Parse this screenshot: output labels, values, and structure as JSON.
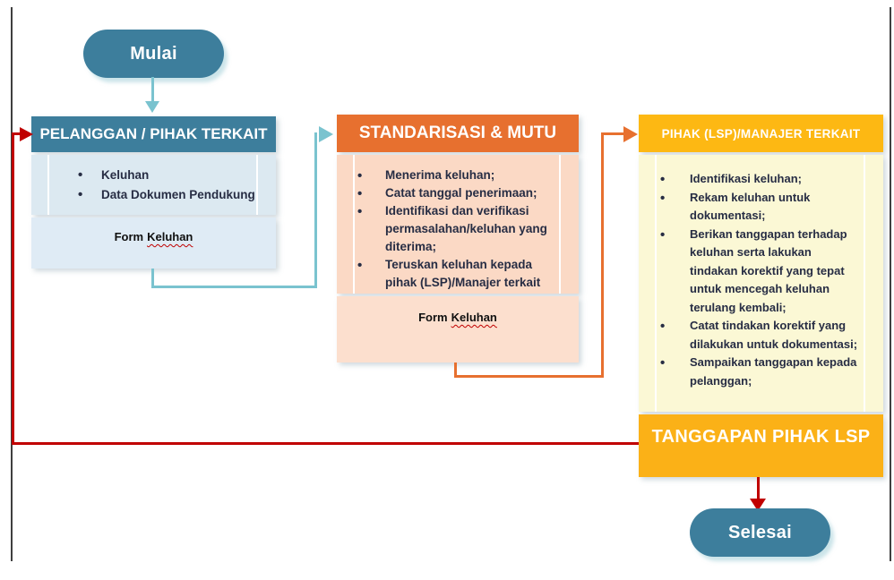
{
  "diagram": {
    "start_label": "Mulai",
    "end_label": "Selesai",
    "boxes": {
      "pelanggan": {
        "header": "PELANGGAN / PIHAK TERKAIT",
        "items": [
          "Keluhan",
          "Data Dokumen Pendukung"
        ],
        "form_label": {
          "prefix": "Form",
          "underlined": "Keluhan"
        }
      },
      "standarisasi": {
        "header": "STANDARISASI & MUTU",
        "items": [
          "Menerima keluhan;",
          "Catat tanggal penerimaan;",
          "Identifikasi dan verifikasi permasalahan/keluhan yang diterima;",
          "Teruskan keluhan kepada pihak (LSP)/Manajer terkait"
        ],
        "form_label": {
          "prefix": "Form",
          "underlined": "Keluhan"
        }
      },
      "pihak_lsp": {
        "header": "PIHAK (LSP)/MANAJER TERKAIT",
        "items": [
          "Identifikasi keluhan;",
          "Rekam keluhan untuk dokumentasi;",
          "Berikan tanggapan terhadap keluhan serta lakukan tindakan korektif yang tepat untuk mencegah keluhan terulang kembali;",
          "Catat tindakan korektif yang dilakukan untuk dokumentasi;",
          "Sampaikan tanggapan kepada pelanggan;"
        ],
        "footer": "TANGGAPAN PIHAK LSP"
      }
    },
    "colors": {
      "teal": "#3D7E9C",
      "teal_light": "#7AC3CF",
      "blue_body": "#DCE9F1",
      "blue_form": "#DFEBF5",
      "orange": "#E7702F",
      "peach_body": "#FBD9C5",
      "peach_form": "#FCDFCE",
      "gold": "#FDB813",
      "gold_dark": "#FBB117",
      "yellow_body": "#FBF8D5",
      "red": "#C00000",
      "text_dark": "#272D44"
    }
  }
}
